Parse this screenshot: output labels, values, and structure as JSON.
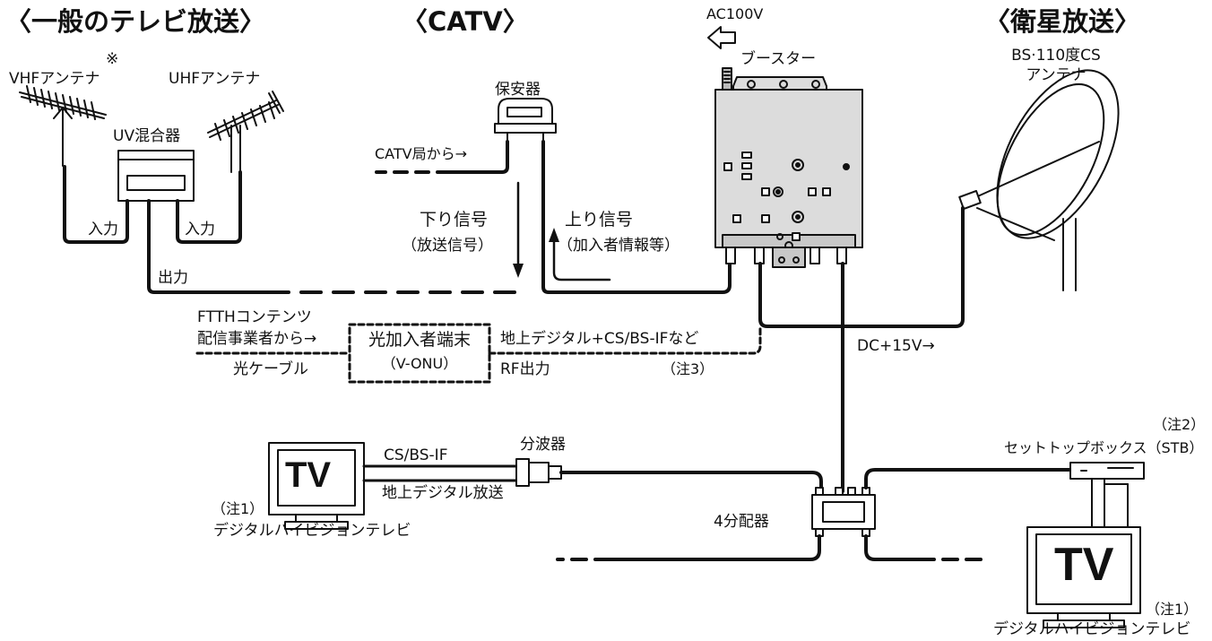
{
  "headings": {
    "terrestrial": "〈一般のテレビ放送〉",
    "catv": "〈CATV〉",
    "satellite": "〈衛星放送〉"
  },
  "terrestrial": {
    "note_mark": "※",
    "vhf_antenna": "VHFアンテナ",
    "uhf_antenna": "UHFアンテナ",
    "uv_mixer": "UV混合器",
    "input_left": "入力",
    "input_right": "入力",
    "output": "出力"
  },
  "catv": {
    "protector": "保安器",
    "from_station": "CATV局から→",
    "down_signal": "下り信号",
    "down_signal_sub": "（放送信号）",
    "up_signal": "上り信号",
    "up_signal_sub": "（加入者情報等）"
  },
  "booster": {
    "ac": "AC100V",
    "label": "ブースター"
  },
  "satellite": {
    "antenna_line1": "BS·110度CS",
    "antenna_line2": "アンテナ",
    "dc": "DC+15V→"
  },
  "ftth": {
    "provider_line1": "FTTHコンテンツ",
    "provider_line2": "配信事業者から→",
    "optical_cable": "光ケーブル",
    "onu_line1": "光加入者端末",
    "onu_line2": "（V-ONU）",
    "output_desc": "地上デジタル+CS/BS-IFなど",
    "rf_output": "RF出力",
    "note3": "（注3）"
  },
  "left_tv": {
    "screen": "TV",
    "cs_bs_if": "CS/BS-IF",
    "terrestrial_digital": "地上デジタル放送",
    "splitter": "分波器",
    "note1": "（注1）",
    "caption": "デジタルハイビジョンテレビ"
  },
  "distributor": {
    "label": "4分配器"
  },
  "right_tv": {
    "note2": "（注2）",
    "stb": "セットトップボックス（STB）",
    "screen": "TV",
    "note1": "（注1）",
    "caption": "デジタルハイビジョンテレビ"
  }
}
